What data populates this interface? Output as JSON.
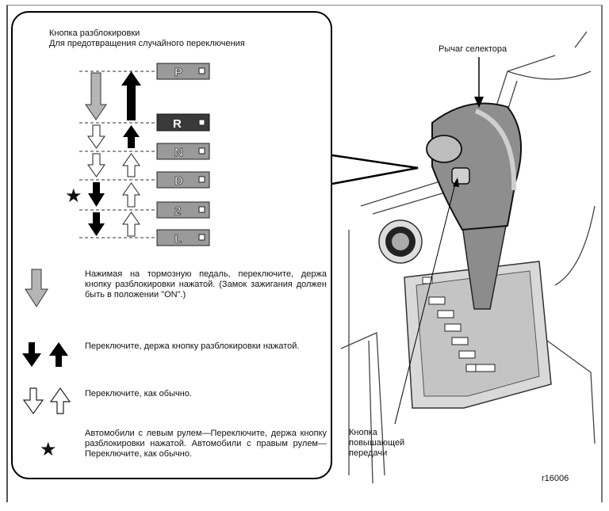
{
  "callout": {
    "title": "Кнопка разблокировки",
    "subtitle": "Для предотвращения случайного переключения"
  },
  "gears": [
    "P",
    "R",
    "N",
    "D",
    "2",
    "L"
  ],
  "legend": {
    "gray_arrow": "Нажимая на тормозную педаль, переключите, держа кнопку разблокировки нажатой. (Замок зажигания должен быть в положении \"ON\".)",
    "black_arrows": "Переключите, держа кнопку разблокировки нажатой.",
    "white_arrows": "Переключите, как обычно.",
    "star": "Автомобили с левым рулем—Переключите, держа кнопку разблокировки нажатой. Автомобили с правым рулем—Переключите, как обычно."
  },
  "labels": {
    "selector_lever": "Рычаг селектора",
    "overdrive_button": "Кнопка повышающей передачи",
    "figure_code": "r16006"
  },
  "icons": {
    "star": "★"
  }
}
